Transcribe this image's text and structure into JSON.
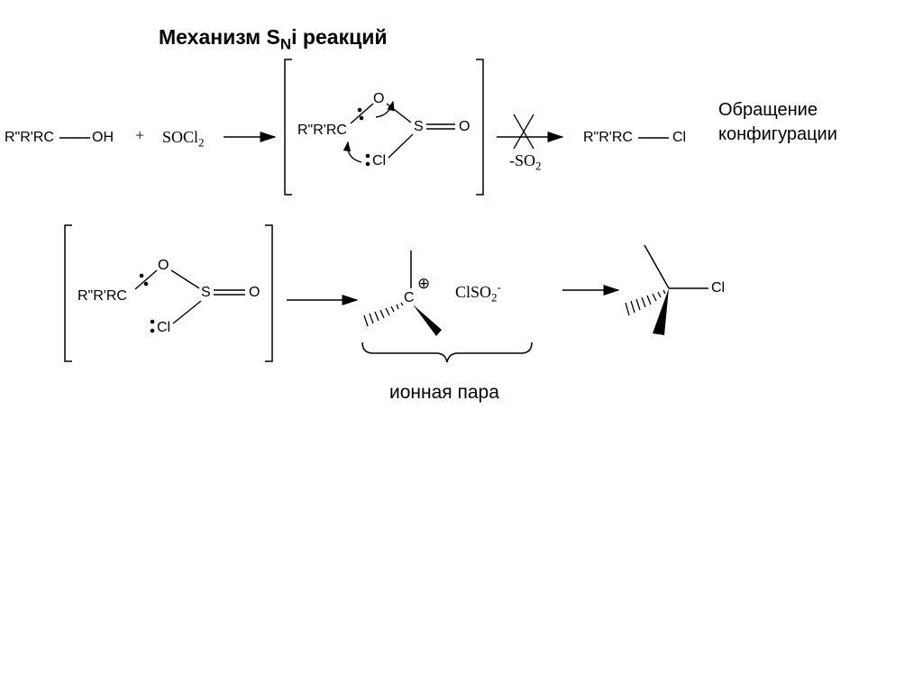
{
  "title": {
    "prefix": "Механизм S",
    "subscript": "N",
    "suffix": "i реакций"
  },
  "row1": {
    "reactant": "R\"R'RC",
    "oh": "OH",
    "plus": "+",
    "reagent": "SOCl",
    "reagent_sub": "2",
    "int_r": "R\"R'RC",
    "int_o": "O",
    "int_s": "S",
    "int_o2": "O",
    "int_cl": "Cl",
    "loss": "-SO",
    "loss_sub": "2",
    "product_r": "R\"R'RC",
    "product_cl": "Cl",
    "note_line1": "Обращение",
    "note_line2": "конфигурации"
  },
  "row2": {
    "int_r": "R\"R'RC",
    "int_o": "O",
    "int_s": "S",
    "int_o2": "O",
    "int_cl": "Cl",
    "cation_c": "C",
    "cation_charge": "⊕",
    "anion": "ClSO",
    "anion_sub": "2",
    "anion_charge": "-",
    "product_cl": "Cl",
    "ion_pair_label": "ионная пара"
  }
}
